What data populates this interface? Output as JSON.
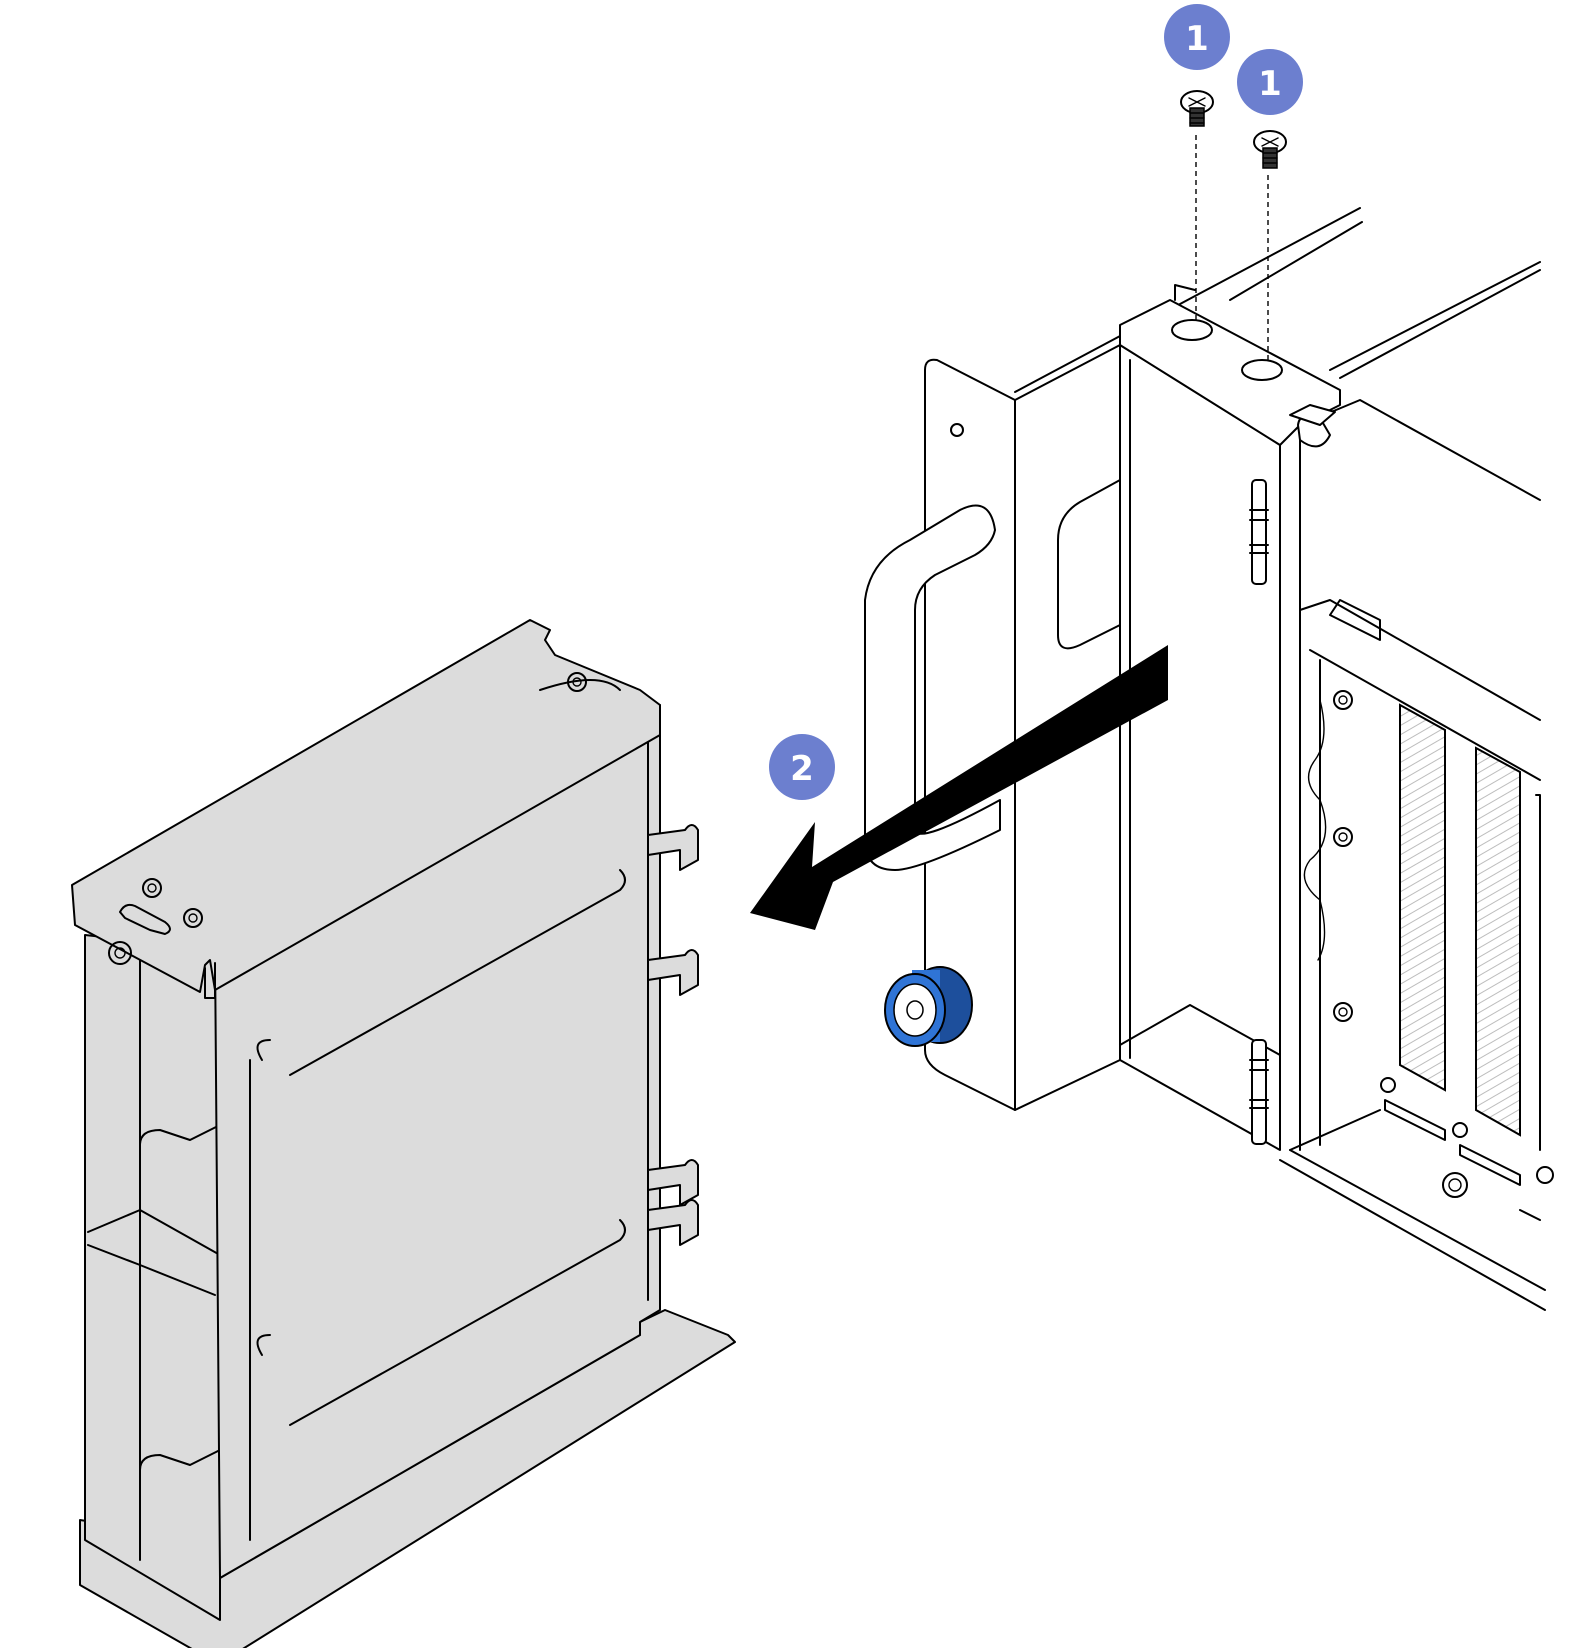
{
  "callouts": [
    {
      "id": "step-1a",
      "label": "1"
    },
    {
      "id": "step-1b",
      "label": "1"
    },
    {
      "id": "step-2",
      "label": "2"
    }
  ],
  "colors": {
    "callout_fill": "#6c7fcf",
    "callout_text": "#ffffff",
    "bracket_fill": "#dcdcdc",
    "thumbscrew_blue": "#2f74d6",
    "thumbscrew_dark": "#1d4f9c",
    "slot_hatch": "#cfcfcf",
    "arrow": "#000000"
  },
  "icons": {
    "screws": "screw-icon",
    "arrow": "removal-arrow-icon",
    "thumbscrew": "thumbscrew-icon"
  }
}
